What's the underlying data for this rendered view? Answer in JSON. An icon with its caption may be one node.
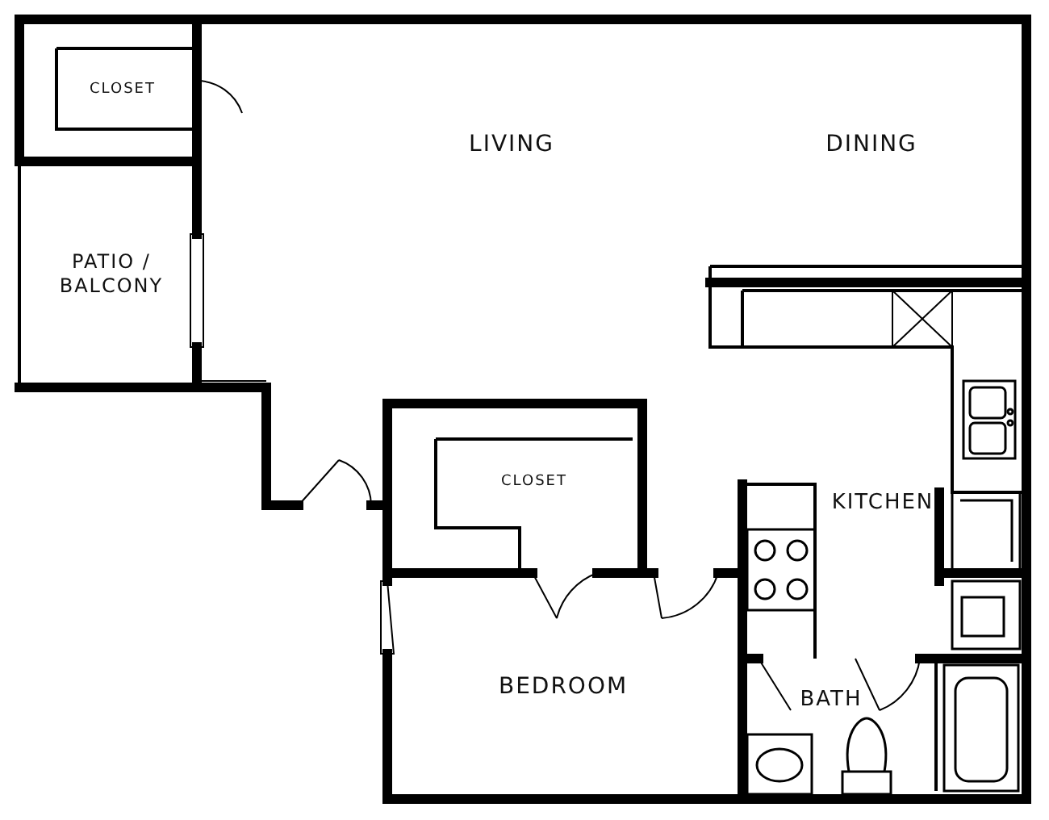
{
  "diagram": {
    "labels": [
      "CLOSET",
      "LIVING",
      "DINING",
      "PATIO / BALCONY",
      "CLOSET",
      "KITCHEN",
      "BEDROOM",
      "BATH"
    ]
  }
}
